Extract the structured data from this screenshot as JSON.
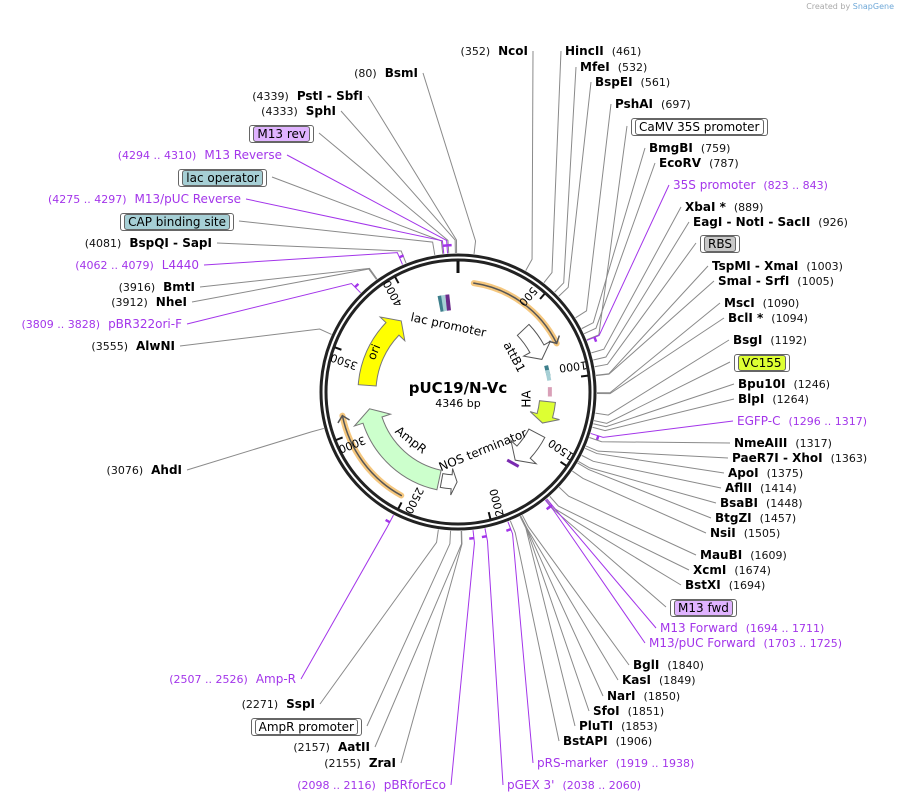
{
  "credit": {
    "prefix": "Created by",
    "brand": "SnapGene"
  },
  "plasmid": {
    "name": "pUC19/N-Vc",
    "length": "4346 bp"
  },
  "ticks": [
    "500",
    "1000",
    "1500",
    "2000",
    "2500",
    "3000",
    "3500",
    "4000"
  ],
  "inner_features": {
    "lac_promoter": "lac promoter",
    "attB1": "attB1",
    "HA": "HA",
    "NOS": "NOS terminator",
    "AmpR": "AmpR",
    "ori": "ori"
  },
  "colors": {
    "primer": "#a335ea",
    "ori": "#ffff00",
    "ampr": "#ccffcc",
    "vc155": "#ddff33",
    "highlight": "#f5c77e"
  },
  "labels": [
    {
      "kind": "enzyme",
      "name": "NcoI",
      "pos": "(352)"
    },
    {
      "kind": "enzyme",
      "name": "BsmI",
      "pos": "(80)"
    },
    {
      "kind": "enzyme",
      "name": "PstI  -  SbfI",
      "pos": "(4339)"
    },
    {
      "kind": "enzyme",
      "name": "SphI",
      "pos": "(4333)"
    },
    {
      "kind": "box",
      "name": "M13 rev",
      "bg": "#e0b3ff"
    },
    {
      "kind": "primer",
      "name": "M13 Reverse",
      "pos": "(4294 .. 4310)"
    },
    {
      "kind": "box",
      "name": "lac operator",
      "bg": "#a6cfd5"
    },
    {
      "kind": "primer",
      "name": "M13/pUC Reverse",
      "pos": "(4275 .. 4297)"
    },
    {
      "kind": "box",
      "name": "CAP binding site",
      "bg": "#a6cfd5"
    },
    {
      "kind": "enzyme",
      "name": "BspQI  -  SapI",
      "pos": "(4081)"
    },
    {
      "kind": "primer",
      "name": "L4440",
      "pos": "(4062 .. 4079)"
    },
    {
      "kind": "enzyme",
      "name": "BmtI",
      "pos": "(3916)"
    },
    {
      "kind": "enzyme",
      "name": "NheI",
      "pos": "(3912)"
    },
    {
      "kind": "primer",
      "name": "pBR322ori-F",
      "pos": "(3809 .. 3828)"
    },
    {
      "kind": "enzyme",
      "name": "AlwNI",
      "pos": "(3555)"
    },
    {
      "kind": "enzyme",
      "name": "AhdI",
      "pos": "(3076)"
    },
    {
      "kind": "primer",
      "name": "Amp-R",
      "pos": "(2507 .. 2526)"
    },
    {
      "kind": "enzyme",
      "name": "SspI",
      "pos": "(2271)"
    },
    {
      "kind": "box",
      "name": "AmpR promoter",
      "bg": "#ffffff"
    },
    {
      "kind": "enzyme",
      "name": "AatII",
      "pos": "(2157)"
    },
    {
      "kind": "enzyme",
      "name": "ZraI",
      "pos": "(2155)"
    },
    {
      "kind": "primer",
      "name": "pBRforEco",
      "pos": "(2098 .. 2116)"
    },
    {
      "kind": "enzyme",
      "name": "HincII",
      "pos": "(461)"
    },
    {
      "kind": "enzyme",
      "name": "MfeI",
      "pos": "(532)"
    },
    {
      "kind": "enzyme",
      "name": "BspEI",
      "pos": "(561)"
    },
    {
      "kind": "enzyme",
      "name": "PshAI",
      "pos": "(697)"
    },
    {
      "kind": "box",
      "name": "CaMV 35S promoter",
      "bg": "#ffffff"
    },
    {
      "kind": "enzyme",
      "name": "BmgBI",
      "pos": "(759)"
    },
    {
      "kind": "enzyme",
      "name": "EcoRV",
      "pos": "(787)"
    },
    {
      "kind": "primer",
      "name": "35S promoter",
      "pos": "(823 .. 843)"
    },
    {
      "kind": "enzyme",
      "name": "XbaI *",
      "pos": "(889)"
    },
    {
      "kind": "enzyme",
      "name": "EagI  -  NotI  -  SacII",
      "pos": "(926)"
    },
    {
      "kind": "box",
      "name": "RBS",
      "bg": "#c8c8c8"
    },
    {
      "kind": "enzyme",
      "name": "TspMI  -  XmaI",
      "pos": "(1003)"
    },
    {
      "kind": "enzyme",
      "name": "SmaI  -  SrfI",
      "pos": "(1005)"
    },
    {
      "kind": "enzyme",
      "name": "MscI",
      "pos": "(1090)"
    },
    {
      "kind": "enzyme",
      "name": "BclI *",
      "pos": "(1094)"
    },
    {
      "kind": "enzyme",
      "name": "BsgI",
      "pos": "(1192)"
    },
    {
      "kind": "box",
      "name": "VC155",
      "bg": "#ddff33"
    },
    {
      "kind": "enzyme",
      "name": "Bpu10I",
      "pos": "(1246)"
    },
    {
      "kind": "enzyme",
      "name": "BlpI",
      "pos": "(1264)"
    },
    {
      "kind": "primer",
      "name": "EGFP-C",
      "pos": "(1296 .. 1317)"
    },
    {
      "kind": "enzyme",
      "name": "NmeAIII",
      "pos": "(1317)"
    },
    {
      "kind": "enzyme",
      "name": "PaeR7I  -  XhoI",
      "pos": "(1363)"
    },
    {
      "kind": "enzyme",
      "name": "ApoI",
      "pos": "(1375)"
    },
    {
      "kind": "enzyme",
      "name": "AflII",
      "pos": "(1414)"
    },
    {
      "kind": "enzyme",
      "name": "BsaBI",
      "pos": "(1448)"
    },
    {
      "kind": "enzyme",
      "name": "BtgZI",
      "pos": "(1457)"
    },
    {
      "kind": "enzyme",
      "name": "NsiI",
      "pos": "(1505)"
    },
    {
      "kind": "enzyme",
      "name": "MauBI",
      "pos": "(1609)"
    },
    {
      "kind": "enzyme",
      "name": "XcmI",
      "pos": "(1674)"
    },
    {
      "kind": "enzyme",
      "name": "BstXI",
      "pos": "(1694)"
    },
    {
      "kind": "box",
      "name": "M13 fwd",
      "bg": "#e0b3ff"
    },
    {
      "kind": "primer",
      "name": "M13 Forward",
      "pos": "(1694 .. 1711)"
    },
    {
      "kind": "primer",
      "name": "M13/pUC Forward",
      "pos": "(1703 .. 1725)"
    },
    {
      "kind": "enzyme",
      "name": "BglI",
      "pos": "(1840)"
    },
    {
      "kind": "enzyme",
      "name": "KasI",
      "pos": "(1849)"
    },
    {
      "kind": "enzyme",
      "name": "NarI",
      "pos": "(1850)"
    },
    {
      "kind": "enzyme",
      "name": "SfoI",
      "pos": "(1851)"
    },
    {
      "kind": "enzyme",
      "name": "PluTI",
      "pos": "(1853)"
    },
    {
      "kind": "enzyme",
      "name": "BstAPI",
      "pos": "(1906)"
    },
    {
      "kind": "primer",
      "name": "pRS-marker",
      "pos": "(1919 .. 1938)"
    },
    {
      "kind": "primer",
      "name": "pGEX 3'",
      "pos": "(2038 .. 2060)"
    }
  ]
}
